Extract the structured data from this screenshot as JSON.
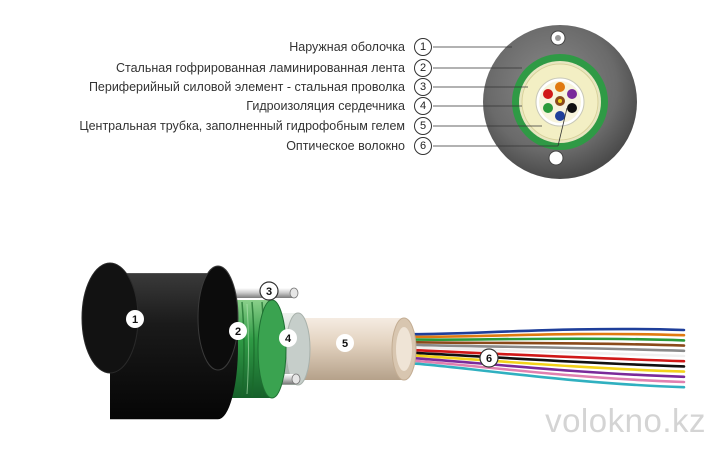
{
  "legend": [
    {
      "num": "1",
      "text": "Наружная оболочка"
    },
    {
      "num": "2",
      "text": "Стальная гофрированная ламинированная лента"
    },
    {
      "num": "3",
      "text": "Периферийный силовой элемент - стальная проволка"
    },
    {
      "num": "4",
      "text": "Гидроизоляция сердечника"
    },
    {
      "num": "5",
      "text": "Центральная трубка, заполненный гидрофобным гелем"
    },
    {
      "num": "6",
      "text": "Оптическое волокно"
    }
  ],
  "callouts": {
    "sheath": "1",
    "armor": "2",
    "wire": "3",
    "waterblock": "4",
    "tube": "5",
    "fibers": "6"
  },
  "watermark": "volokno.kz",
  "colors": {
    "sheath": "#1c1c1c",
    "armor_green": "#2f9a45",
    "core_gel": "#f3efc4",
    "tube": "#e3d3c0",
    "steel": "#cfcfcf"
  },
  "fiber_colors": [
    "#1f3f9a",
    "#e07a10",
    "#2a9a3a",
    "#8a4a1a",
    "#8a8a8a",
    "#f0f0f0",
    "#d01818",
    "#101010",
    "#f2d21a",
    "#7a2a9a",
    "#e080b0",
    "#30b0c0"
  ]
}
